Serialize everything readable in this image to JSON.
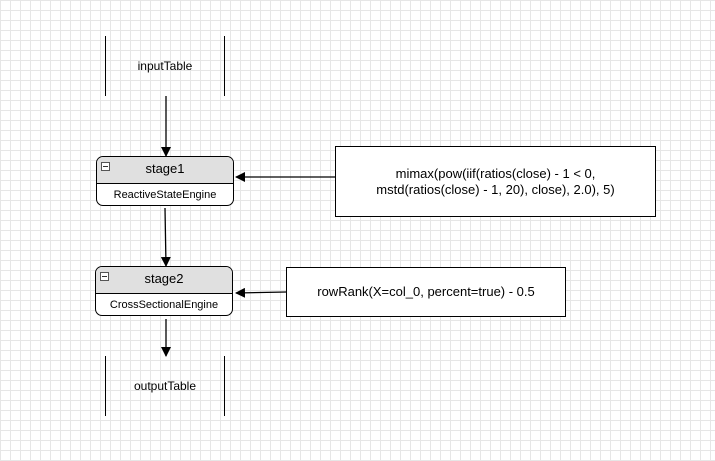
{
  "input_table": {
    "label": "inputTable"
  },
  "stages": [
    {
      "title": "stage1",
      "engine": "ReactiveStateEngine"
    },
    {
      "title": "stage2",
      "engine": "CrossSectionalEngine"
    }
  ],
  "output_table": {
    "label": "outputTable"
  },
  "expressions": [
    {
      "lines": [
        "mimax(pow(iif(ratios(close) - 1 < 0,",
        "mstd(ratios(close) - 1, 20), close), 2.0), 5)"
      ]
    },
    {
      "lines": [
        "rowRank(X=col_0, percent=true) - 0.5"
      ]
    }
  ]
}
